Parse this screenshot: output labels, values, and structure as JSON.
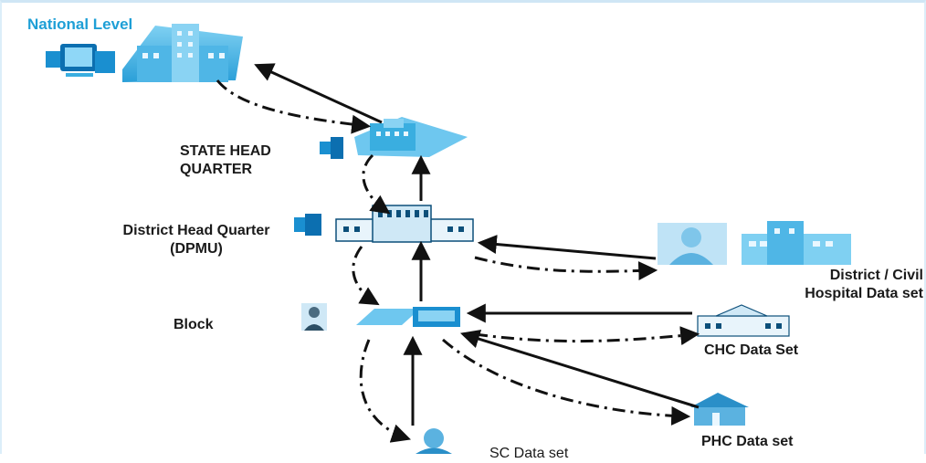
{
  "labels": {
    "national": "National Level",
    "state_line1": "STATE HEAD",
    "state_line2": "QUARTER",
    "district_line1": "District Head Quarter",
    "district_line2": "(DPMU)",
    "block": "Block",
    "district_hospital_line1": "District / Civil",
    "district_hospital_line2": "Hospital Data set",
    "chc": "CHC Data Set",
    "phc": "PHC Data set",
    "sc": "SC Data set"
  },
  "colors": {
    "accent": "#1e9fd6",
    "building_fill": "#5bbbe8",
    "building_light": "#bfe3f6",
    "arrow": "#111111"
  },
  "icons": [
    "computer-icon",
    "hospital-building-icon",
    "state-building-icon",
    "district-building-icon",
    "block-computer-icon",
    "doctor-icon",
    "hospital-icon",
    "chc-building-icon",
    "phc-house-icon",
    "person-icon"
  ]
}
